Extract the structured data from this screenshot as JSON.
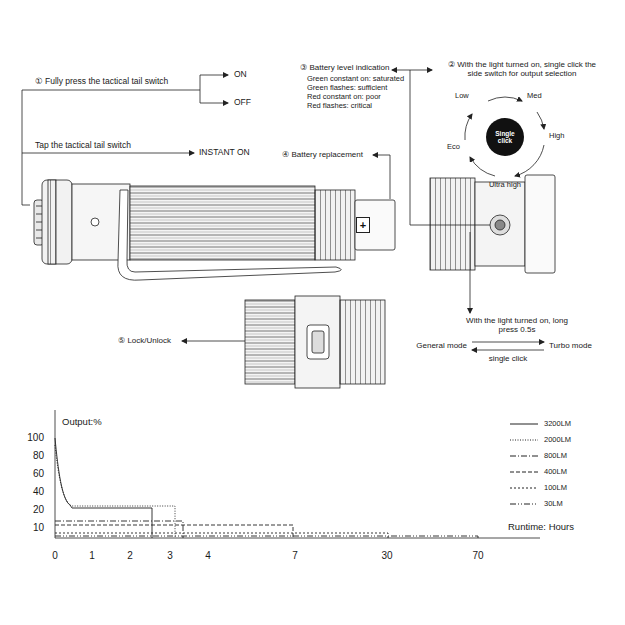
{
  "diagram": {
    "nodes": [
      {
        "text": [
          "Single click"
        ]
      },
      {
        "text": [
          "+"
        ]
      }
    ],
    "labels": [
      "① Fully press the tactical tail switch",
      "ON",
      "OFF",
      "Tap the tactical tail switch",
      "INSTANT ON",
      "③ Battery level indication",
      "Green constant on: saturated",
      "Green flashes: sufficient",
      "Red constant on: poor",
      "Red flashes: critical",
      "② With the light turned on, single click the side switch for output selection",
      "Low",
      "Med",
      "Eco",
      "High",
      "Ultra high",
      "④ Battery replacement",
      "⑤ Lock/Unlock",
      "With the light turned on, long press 0.5s",
      "General mode",
      "Turbo mode",
      "single click",
      "Output:%",
      "100",
      "80",
      "60",
      "40",
      "20",
      "10",
      "0",
      "1",
      "2",
      "3",
      "4",
      "7",
      "30",
      "70",
      "Runtime: Hours"
    ],
    "legend": [
      {
        "text": "3200LM"
      },
      {
        "text": "2000LM"
      },
      {
        "text": "800LM"
      },
      {
        "text": "400LM"
      },
      {
        "text": "100LM"
      },
      {
        "text": "30LM"
      }
    ]
  }
}
